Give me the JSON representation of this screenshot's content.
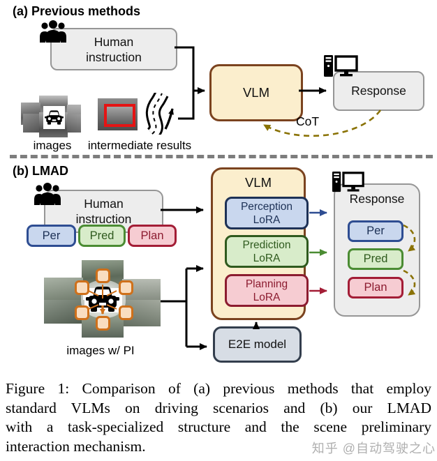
{
  "section_a": {
    "heading": "(a) Previous methods",
    "human_box": "Human\ninstruction",
    "images_label": "images",
    "intermediate_label": "intermediate results",
    "vlm_label": "VLM",
    "response_label": "Response",
    "cot_label": "CoT"
  },
  "section_b": {
    "heading": "(b) LMAD",
    "human_box": "Human\ninstruction",
    "task_badges": [
      {
        "label": "Per"
      },
      {
        "label": "Pred"
      },
      {
        "label": "Plan"
      }
    ],
    "images_label": "images w/ PI",
    "vlm_title": "VLM",
    "lora_modules": [
      {
        "label": "Perception\nLoRA"
      },
      {
        "label": "Prediction\nLoRA"
      },
      {
        "label": "Planning\nLoRA"
      }
    ],
    "e2e_label": "E2E model",
    "response": {
      "title": "Response",
      "items": [
        {
          "label": "Per"
        },
        {
          "label": "Pred"
        },
        {
          "label": "Plan"
        }
      ]
    }
  },
  "caption": {
    "lines": [
      "Figure 1: Comparison of (a) previous methods that employ",
      "standard VLMs on driving scenarios and (b) our LMAD",
      "with a task-specialized structure and the scene preliminary",
      "interaction mechanism."
    ]
  },
  "watermark": "知乎 @自动驾驶之心",
  "colors": {
    "vlm_fill": "#fbeecd",
    "vlm_border": "#7b431f",
    "blue_fill": "#c9d7ee",
    "blue_border": "#2e4d92",
    "green_fill": "#d8ecca",
    "green_border": "#4b8c33",
    "red_fill": "#f6ccd2",
    "red_border": "#a31d36",
    "e2e_fill": "#d7dde5",
    "e2e_border": "#333e4d",
    "cot_dash": "#8a7205",
    "pi_orange": "#cf701a"
  }
}
